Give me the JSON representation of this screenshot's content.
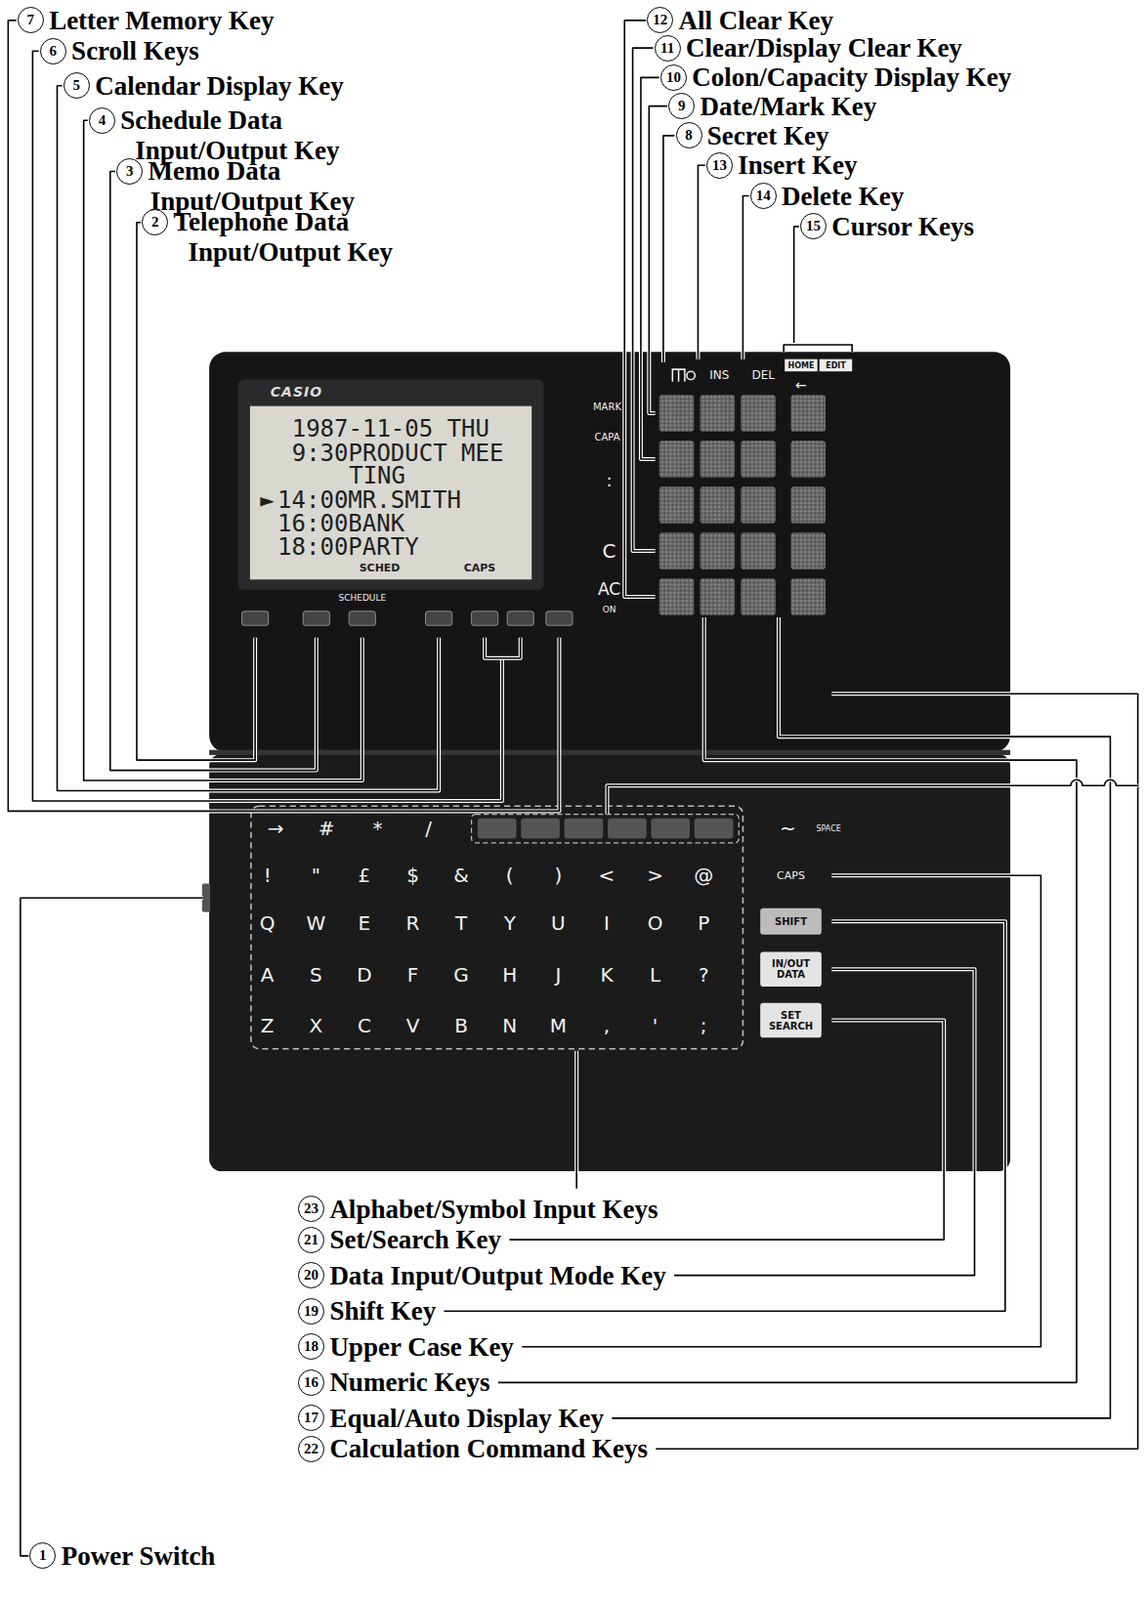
{
  "diagram": {
    "labels": [
      "7",
      "Letter Memory Key",
      "6",
      "Scroll Keys",
      "5",
      "Calendar Display Key",
      "4",
      "Schedule Data Input/Output Key",
      "3",
      "Memo Data Input/Output Key",
      "2",
      "Telephone Data Input/Output Key",
      "12",
      "All Clear Key",
      "11",
      "Clear/Display Clear Key",
      "10",
      "Colon/Capacity Display Key",
      "9",
      "Date/Mark Key",
      "8",
      "Secret Key",
      "13",
      "Insert Key",
      "14",
      "Delete Key",
      "15",
      "Cursor Keys",
      "23",
      "Alphabet/Symbol Input Keys",
      "21",
      "Set/Search Key",
      "20",
      "Data Input/Output Mode Key",
      "19",
      "Shift Key",
      "18",
      "Upper Case Key",
      "16",
      "Numeric Keys",
      "17",
      "Equal/Auto Display Key",
      "22",
      "Calculation Command Keys",
      "1",
      "Power Switch",
      "CASIO",
      "1987-11-05 THU",
      "9:30PRODUCT MEE",
      "TING",
      "►",
      "14:00MR.SMITH",
      "16:00BANK",
      "18:00PARTY",
      "SCHED",
      "CAPS",
      "SCHEDULE",
      "MARK",
      "CAPA",
      ":",
      "C",
      "AC",
      "ON",
      "INS",
      "DEL",
      "HOME",
      "EDIT",
      "←",
      "→",
      "#",
      "*",
      "/",
      "~",
      "SPACE",
      "!",
      "\"",
      "£",
      "$",
      "&",
      "(",
      ")",
      "<",
      ">",
      "@",
      "Q",
      "W",
      "E",
      "R",
      "T",
      "Y",
      "U",
      "I",
      "O",
      "P",
      "A",
      "S",
      "D",
      "F",
      "G",
      "H",
      "J",
      "K",
      "L",
      "?",
      "Z",
      "X",
      "C",
      "V",
      "B",
      "N",
      "M",
      ",",
      "'",
      ";",
      "CAPS",
      "SHIFT",
      "IN/OUT DATA",
      "SET SEARCH"
    ]
  }
}
